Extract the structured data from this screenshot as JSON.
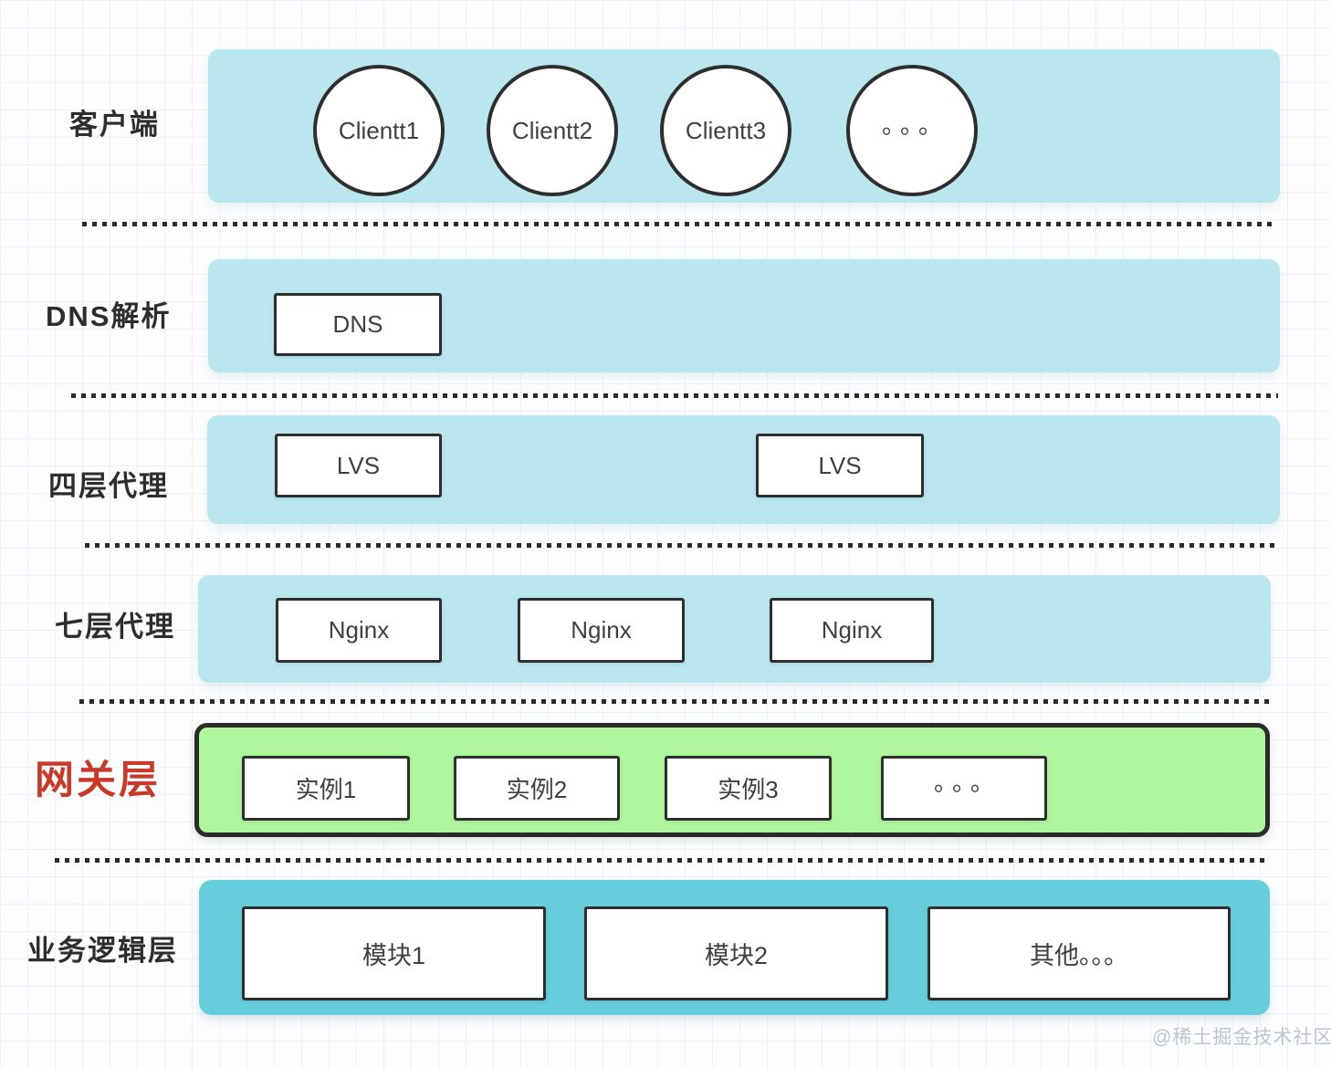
{
  "layers": [
    {
      "label": "客户端",
      "items": [
        "Clientt1",
        "Clientt2",
        "Clientt3",
        "。。。"
      ]
    },
    {
      "label": "DNS解析",
      "items": [
        "DNS"
      ]
    },
    {
      "label": "四层代理",
      "items": [
        "LVS",
        "LVS"
      ]
    },
    {
      "label": "七层代理",
      "items": [
        "Nginx",
        "Nginx",
        "Nginx"
      ]
    },
    {
      "label": "网关层",
      "items": [
        "实例1",
        "实例2",
        "实例3",
        "。。。"
      ]
    },
    {
      "label": "业务逻辑层",
      "items": [
        "模块1",
        "模块2",
        "其他。。。"
      ]
    }
  ],
  "watermark": "@稀土掘金技术社区",
  "colors": {
    "band_cyan": "#bae7ef",
    "band_green": "#aef79c",
    "band_teal": "#66cdda",
    "node_border": "#2e2e2e",
    "gateway_label_red": "#ca3827",
    "separator": "#2b2b2b"
  }
}
